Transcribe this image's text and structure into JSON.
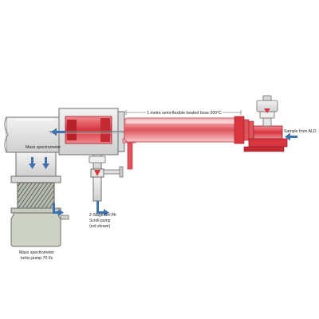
{
  "labels": {
    "hose": "1 metre semi-flexible heated hose 200°C",
    "mass_spectrometer": "Mass spectrometer",
    "sample": "Sample from ALD",
    "scroll_pump_line1": "2-Stage Sm'/Hr",
    "scroll_pump_line2": "Scroll pump",
    "scroll_pump_line3": "(not shown)",
    "turbo_line1": "Mass spectrometer",
    "turbo_line2": "turbo pump 70 l/s"
  },
  "colors": {
    "heated_red": "#d8353f",
    "light_red": "#f3b7b9",
    "housing_grey": "#dcdcdc",
    "outline": "#6e6e6e",
    "turbo_green": "#cdd2c4",
    "arrow_blue": "#3f72b0"
  }
}
